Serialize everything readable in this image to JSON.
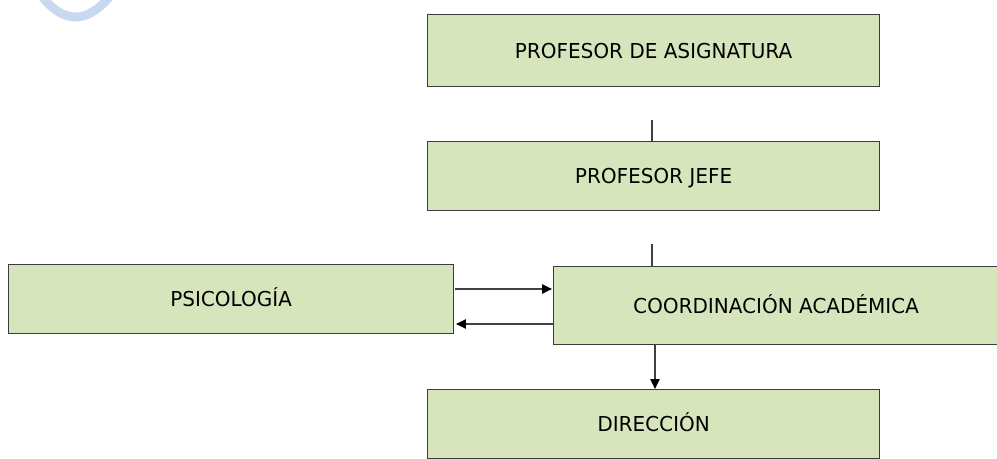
{
  "colors": {
    "box_fill": "#d7e5bd",
    "box_border": "#3c3c3c",
    "line": "#000000",
    "logo_arc": "#c8d8ee"
  },
  "diagram": {
    "nodes": {
      "profesor_asignatura": "PROFESOR DE ASIGNATURA",
      "profesor_jefe": "PROFESOR JEFE",
      "psicologia": "PSICOLOGÍA",
      "coordinacion": "COORDINACIÓN ACADÉMICA",
      "direccion": "DIRECCIÓN"
    },
    "edges": [
      {
        "from": "profesor_asignatura",
        "to": "profesor_jefe",
        "arrow": false
      },
      {
        "from": "profesor_jefe",
        "to": "coordinacion",
        "arrow": false
      },
      {
        "from": "psicologia",
        "to": "coordinacion",
        "arrow": true
      },
      {
        "from": "coordinacion",
        "to": "psicologia",
        "arrow": true
      },
      {
        "from": "coordinacion",
        "to": "direccion",
        "arrow": true
      }
    ]
  }
}
